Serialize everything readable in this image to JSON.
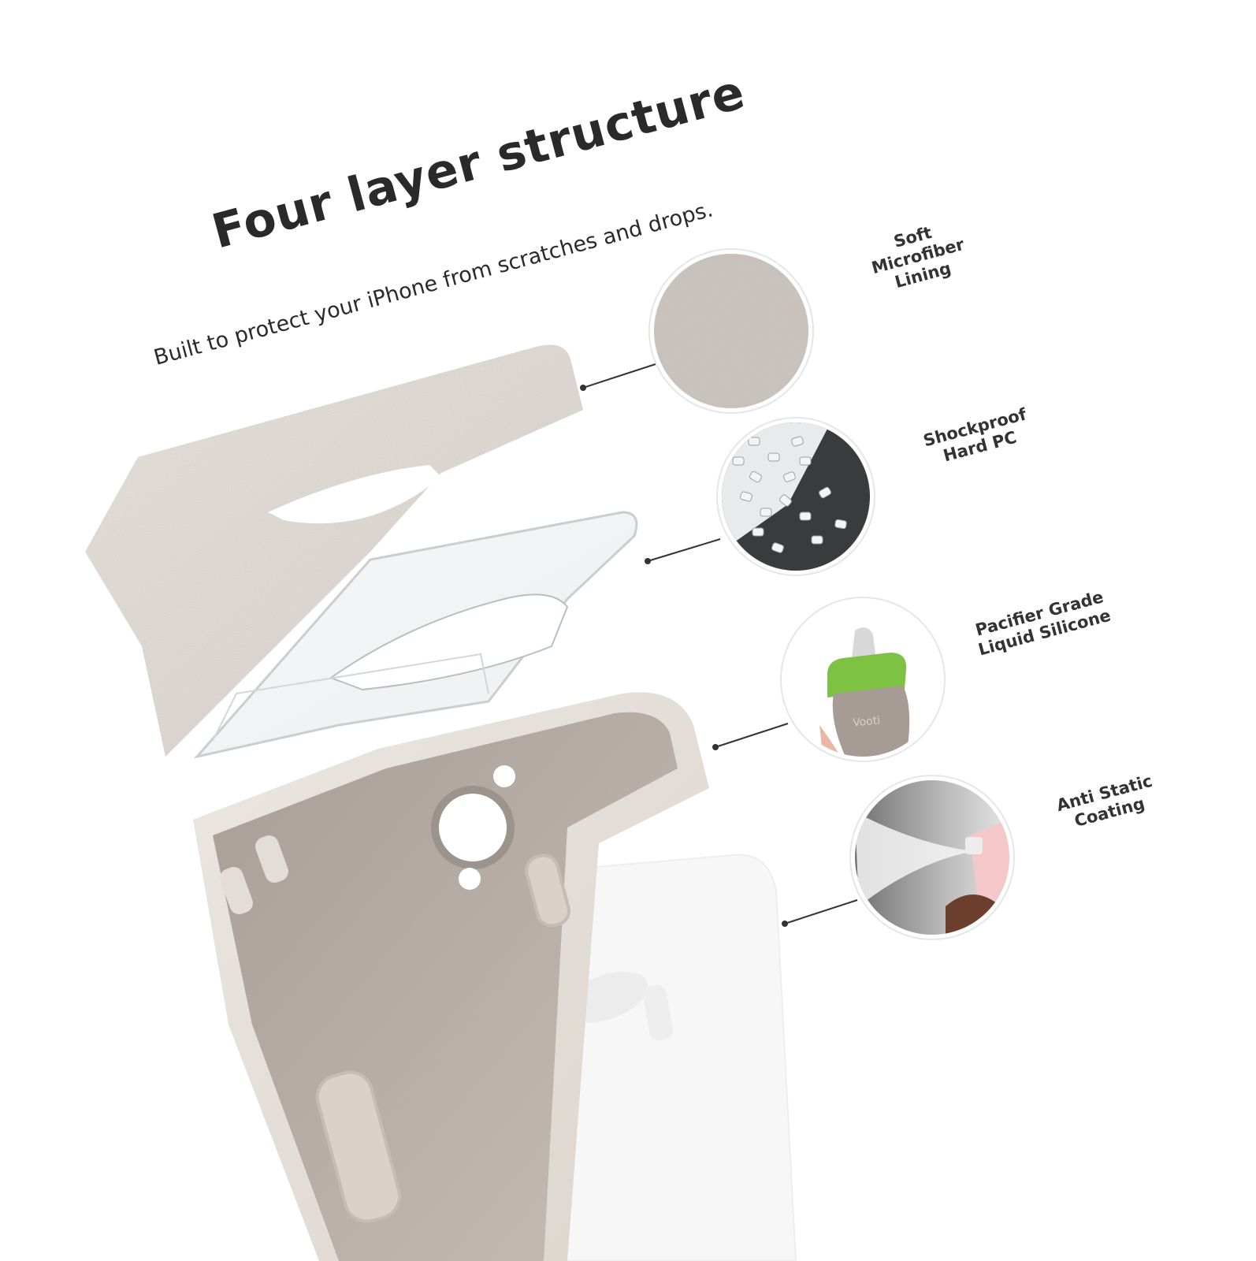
{
  "headline": "Four layer structure",
  "subheadline": "Built to protect your iPhone from scratches and drops.",
  "layers": [
    {
      "lines": [
        "Soft",
        "Microfiber",
        "Lining"
      ],
      "icon": "microfiber-texture"
    },
    {
      "lines": [
        "Shockproof",
        "Hard PC"
      ],
      "icon": "pc-pellets"
    },
    {
      "lines": [
        "Pacifier Grade",
        "Liquid Silicone"
      ],
      "icon": "baby-bottle"
    },
    {
      "lines": [
        "Anti Static",
        "Coating"
      ],
      "icon": "spray-mist"
    }
  ],
  "bottle_brand": "Vooti",
  "colors": {
    "text": "#2a2a2a",
    "case_beige": "#e8e2dc",
    "case_taupe": "#b7ada6",
    "bottle_green": "#7dc242"
  }
}
